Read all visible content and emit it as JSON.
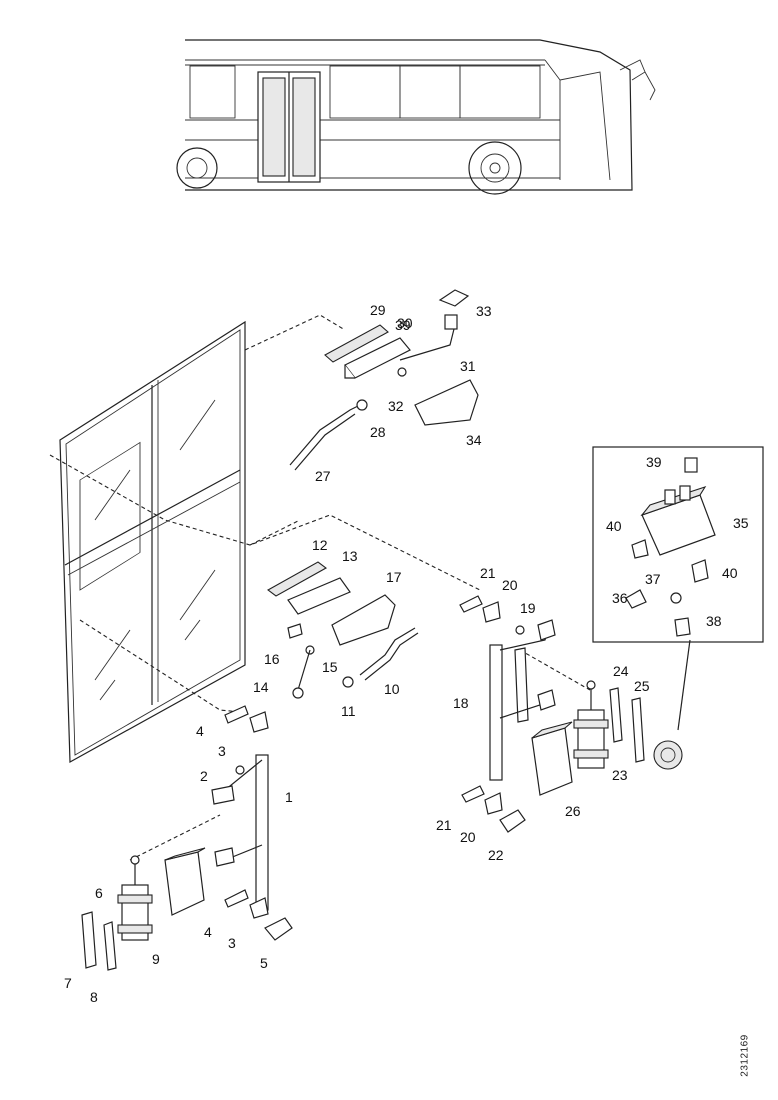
{
  "callouts": {
    "c1": "1",
    "c2": "2",
    "c3a": "3",
    "c3b": "3",
    "c4a": "4",
    "c4b": "4",
    "c5": "5",
    "c6": "6",
    "c7": "7",
    "c8": "8",
    "c9": "9",
    "c10": "10",
    "c11": "11",
    "c12": "12",
    "c13": "13",
    "c14": "14",
    "c15": "15",
    "c16": "16",
    "c17": "17",
    "c18": "18",
    "c19": "19",
    "c20a": "20",
    "c20b": "20",
    "c21a": "21",
    "c21b": "21",
    "c22": "22",
    "c23": "23",
    "c24": "24",
    "c25": "25",
    "c26": "26",
    "c27": "27",
    "c28": "28",
    "c29": "29",
    "c30": "30",
    "c31": "31",
    "c32": "32",
    "c33": "33",
    "c34": "34",
    "c35": "35",
    "c36": "36",
    "c37": "37",
    "c38": "38",
    "c39a": "39",
    "c39b": "39",
    "c40a": "40",
    "c40b": "40"
  },
  "reference_code": "2312169"
}
